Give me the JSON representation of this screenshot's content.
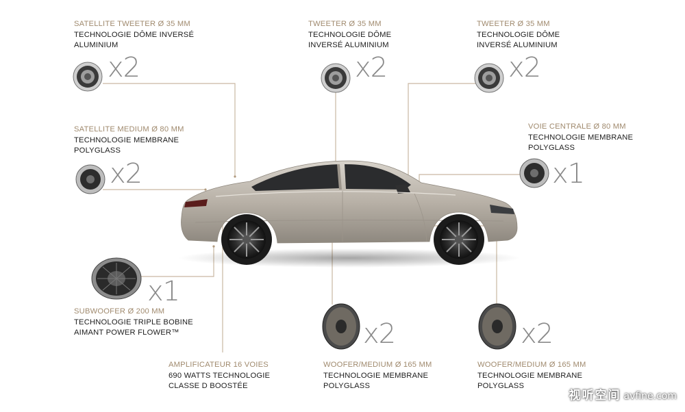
{
  "items": [
    {
      "title": "SATELLITE TWEETER Ø 35 MM",
      "desc1": "TECHNOLOGIE DÔME INVERSÉ",
      "desc2": "ALUMINIUM",
      "qty": "x2"
    },
    {
      "title": "TWEETER Ø 35 MM",
      "desc1": "TECHNOLOGIE DÔME",
      "desc2": "INVERSÉ ALUMINIUM",
      "qty": "x2"
    },
    {
      "title": "TWEETER Ø 35 MM",
      "desc1": "TECHNOLOGIE DÔME",
      "desc2": "INVERSÉ ALUMINIUM",
      "qty": "x2"
    },
    {
      "title": "SATELLITE MEDIUM Ø 80 MM",
      "desc1": "TECHNOLOGIE MEMBRANE",
      "desc2": "POLYGLASS",
      "qty": "x2"
    },
    {
      "title": "VOIE CENTRALE Ø 80 MM",
      "desc1": "TECHNOLOGIE MEMBRANE",
      "desc2": "POLYGLASS",
      "qty": "x1"
    },
    {
      "title": "SUBWOOFER Ø 200 MM",
      "desc1": "TECHNOLOGIE TRIPLE BOBINE",
      "desc2": "AIMANT POWER FLOWER™",
      "qty": "x1"
    },
    {
      "title": "AMPLIFICATEUR  16 VOIES",
      "desc1": "690 WATTS TECHNOLOGIE",
      "desc2": "CLASSE D BOOSTÉE",
      "qty": ""
    },
    {
      "title": "WOOFER/MEDIUM Ø 165 MM",
      "desc1": "TECHNOLOGIE MEMBRANE",
      "desc2": "POLYGLASS",
      "qty": "x2"
    },
    {
      "title": "WOOFER/MEDIUM Ø 165 MM",
      "desc1": "TECHNOLOGIE MEMBRANE",
      "desc2": "POLYGLASS",
      "qty": "x2"
    }
  ],
  "watermark": {
    "brand": "视听空间",
    "site": "avfine.com"
  },
  "colors": {
    "accent": "#a08a6e",
    "line": "#c9b8a2",
    "text": "#1c1c1c",
    "qty": "#8a8a8a",
    "car_body": "#b9b2a8"
  }
}
